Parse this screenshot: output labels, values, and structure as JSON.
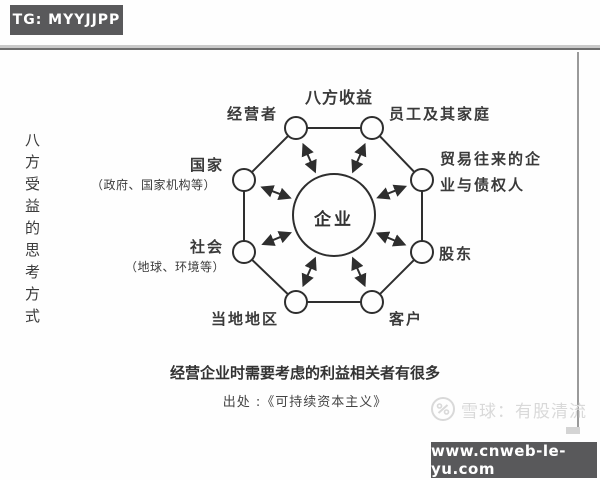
{
  "badges": {
    "tg_label": "TG: MYYJJPP",
    "site_url": "www.cnweb-le-yu.com"
  },
  "left_title_vertical": "八方受益的思考方式",
  "diagram": {
    "heading": "八方收益",
    "center_label": "企业",
    "nodes": [
      {
        "id": "operators",
        "label": "经营者"
      },
      {
        "id": "employees",
        "label": "员工及其家庭"
      },
      {
        "id": "trading-partners",
        "label": "贸易往来的企业与债权人"
      },
      {
        "id": "shareholders",
        "label": "股东"
      },
      {
        "id": "customers",
        "label": "客户"
      },
      {
        "id": "local-community",
        "label": "当地地区"
      },
      {
        "id": "society",
        "label": "社会",
        "sublabel": "（地球、环境等）"
      },
      {
        "id": "nation",
        "label": "国家",
        "sublabel": "（政府、国家机构等）"
      }
    ]
  },
  "caption": {
    "line1": "经营企业时需要考虑的利益相关者有很多",
    "source": "出处 :《可持续资本主义》"
  },
  "watermark": {
    "text": "雪球：有股清流"
  },
  "colors": {
    "badge_bg": "#59595b",
    "line": "#2e2e2e",
    "watermark": "#d9d9d9"
  }
}
